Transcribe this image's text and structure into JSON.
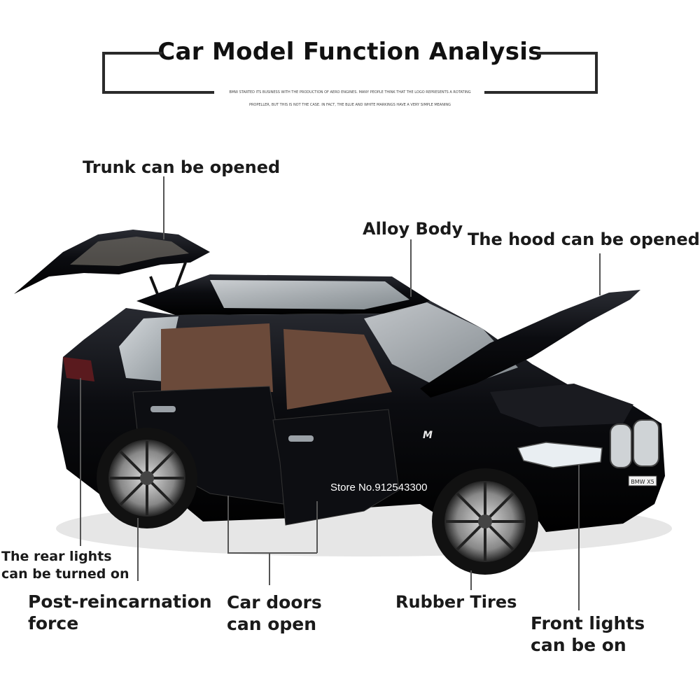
{
  "header": {
    "title": "Car Model Function Analysis",
    "subtext_line1": "BMW STARTED ITS BUSINESS WITH THE PRODUCTION OF AERO ENGINES. MANY PEOPLE THINK THAT THE LOGO REPRESENTS A ROTATING",
    "subtext_line2": "PROPELLER, BUT THIS IS NOT THE CASE. IN FACT, THE BLUE AND WHITE MARKINGS HAVE A VERY SIMPLE MEANING"
  },
  "callouts": {
    "trunk": "Trunk can be opened",
    "alloy_body": "Alloy Body",
    "hood": "The hood can be opened",
    "rear_lights_1": "The rear lights",
    "rear_lights_2": "can be turned on",
    "post_reincarnation_1": "Post-reincarnation",
    "post_reincarnation_2": "force",
    "car_doors_1": "Car doors",
    "car_doors_2": "can open",
    "rubber_tires": "Rubber Tires",
    "front_lights_1": "Front lights",
    "front_lights_2": "can be on"
  },
  "car": {
    "plate_text": "BMW X5",
    "badge_text": "M",
    "body_color": "#0b0c10",
    "interior_color": "#6b4a3a"
  },
  "watermark": "Store No.912543300"
}
